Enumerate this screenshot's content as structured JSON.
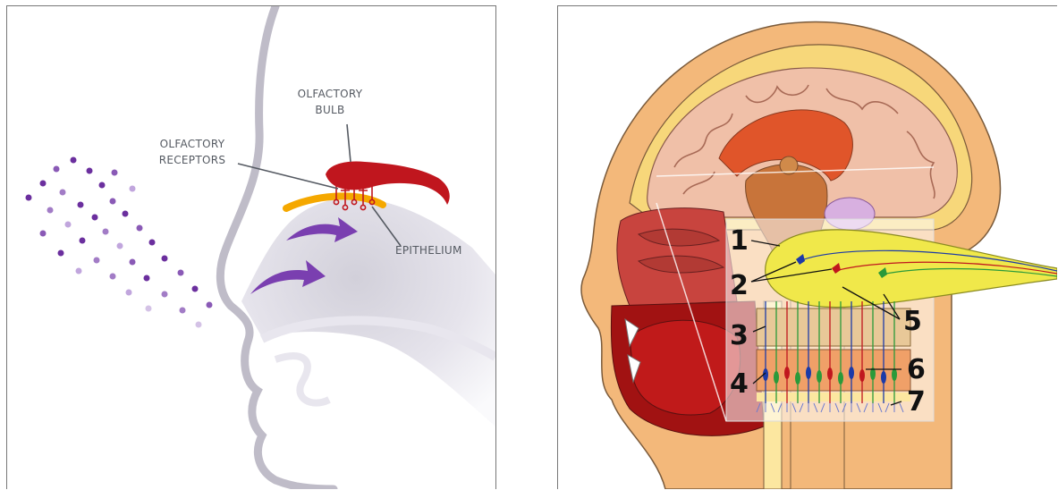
{
  "left_diagram": {
    "labels": {
      "olfactory_bulb": [
        "OLFACTORY",
        "BULB"
      ],
      "olfactory_receptors": [
        "OLFACTORY",
        "RECEPTORS"
      ],
      "epithelium": "EPITHELIUM"
    },
    "colors": {
      "profile": "#b9b6c2",
      "bulb": "#c0161e",
      "epithelium": "#f5a800",
      "arrow": "#7a3fb0",
      "dots": "#6b2f9e"
    }
  },
  "right_diagram": {
    "numbers": [
      "1",
      "2",
      "3",
      "4",
      "5",
      "6",
      "7"
    ],
    "colors": {
      "bulb": "#f0e84a",
      "skin": "#f3b87a",
      "brain": "#f0c0a8",
      "cortex": "#e0552a",
      "nasal": "#c8443e"
    }
  }
}
